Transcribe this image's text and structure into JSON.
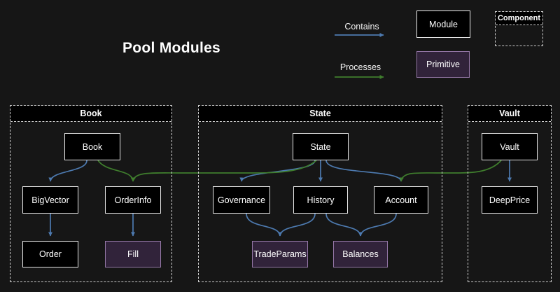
{
  "title": "Pool Modules",
  "colors": {
    "background": "#161616",
    "contains_arrow": "#4d7ab0",
    "processes_arrow": "#3f7d2d",
    "module_fill": "#000000",
    "module_border": "#e8e8e8",
    "primitive_fill": "#31233a",
    "primitive_border": "#9678a8",
    "container_border": "#cfcfcf",
    "text": "#ffffff"
  },
  "legend": {
    "contains_label": "Contains",
    "processes_label": "Processes",
    "module_label": "Module",
    "primitive_label": "Primitive",
    "component_label": "Component"
  },
  "containers": [
    {
      "id": "book",
      "label": "Book",
      "nodes": [
        {
          "id": "Book",
          "label": "Book",
          "type": "module"
        },
        {
          "id": "BigVector",
          "label": "BigVector",
          "type": "module"
        },
        {
          "id": "OrderInfo",
          "label": "OrderInfo",
          "type": "module"
        },
        {
          "id": "Order",
          "label": "Order",
          "type": "module"
        },
        {
          "id": "Fill",
          "label": "Fill",
          "type": "primitive"
        }
      ]
    },
    {
      "id": "state",
      "label": "State",
      "nodes": [
        {
          "id": "State",
          "label": "State",
          "type": "module"
        },
        {
          "id": "Governance",
          "label": "Governance",
          "type": "module"
        },
        {
          "id": "History",
          "label": "History",
          "type": "module"
        },
        {
          "id": "Account",
          "label": "Account",
          "type": "module"
        },
        {
          "id": "TradeParams",
          "label": "TradeParams",
          "type": "primitive"
        },
        {
          "id": "Balances",
          "label": "Balances",
          "type": "primitive"
        }
      ]
    },
    {
      "id": "vault",
      "label": "Vault",
      "nodes": [
        {
          "id": "Vault",
          "label": "Vault",
          "type": "module"
        },
        {
          "id": "DeepPrice",
          "label": "DeepPrice",
          "type": "module"
        }
      ]
    }
  ],
  "edges": [
    {
      "from": "Book",
      "to": "BigVector",
      "type": "contains"
    },
    {
      "from": "BigVector",
      "to": "Order",
      "type": "contains"
    },
    {
      "from": "OrderInfo",
      "to": "Fill",
      "type": "contains"
    },
    {
      "from": "State",
      "to": "Governance",
      "type": "contains"
    },
    {
      "from": "State",
      "to": "History",
      "type": "contains"
    },
    {
      "from": "State",
      "to": "Account",
      "type": "contains"
    },
    {
      "from": "Governance",
      "to": "TradeParams",
      "type": "contains"
    },
    {
      "from": "History",
      "to": "TradeParams",
      "type": "contains"
    },
    {
      "from": "History",
      "to": "Balances",
      "type": "contains"
    },
    {
      "from": "Account",
      "to": "Balances",
      "type": "contains"
    },
    {
      "from": "Vault",
      "to": "DeepPrice",
      "type": "contains"
    },
    {
      "from": "Book",
      "to": "OrderInfo",
      "type": "processes"
    },
    {
      "from": "State",
      "to": "OrderInfo",
      "type": "processes"
    },
    {
      "from": "Vault",
      "to": "Account",
      "type": "processes"
    }
  ]
}
